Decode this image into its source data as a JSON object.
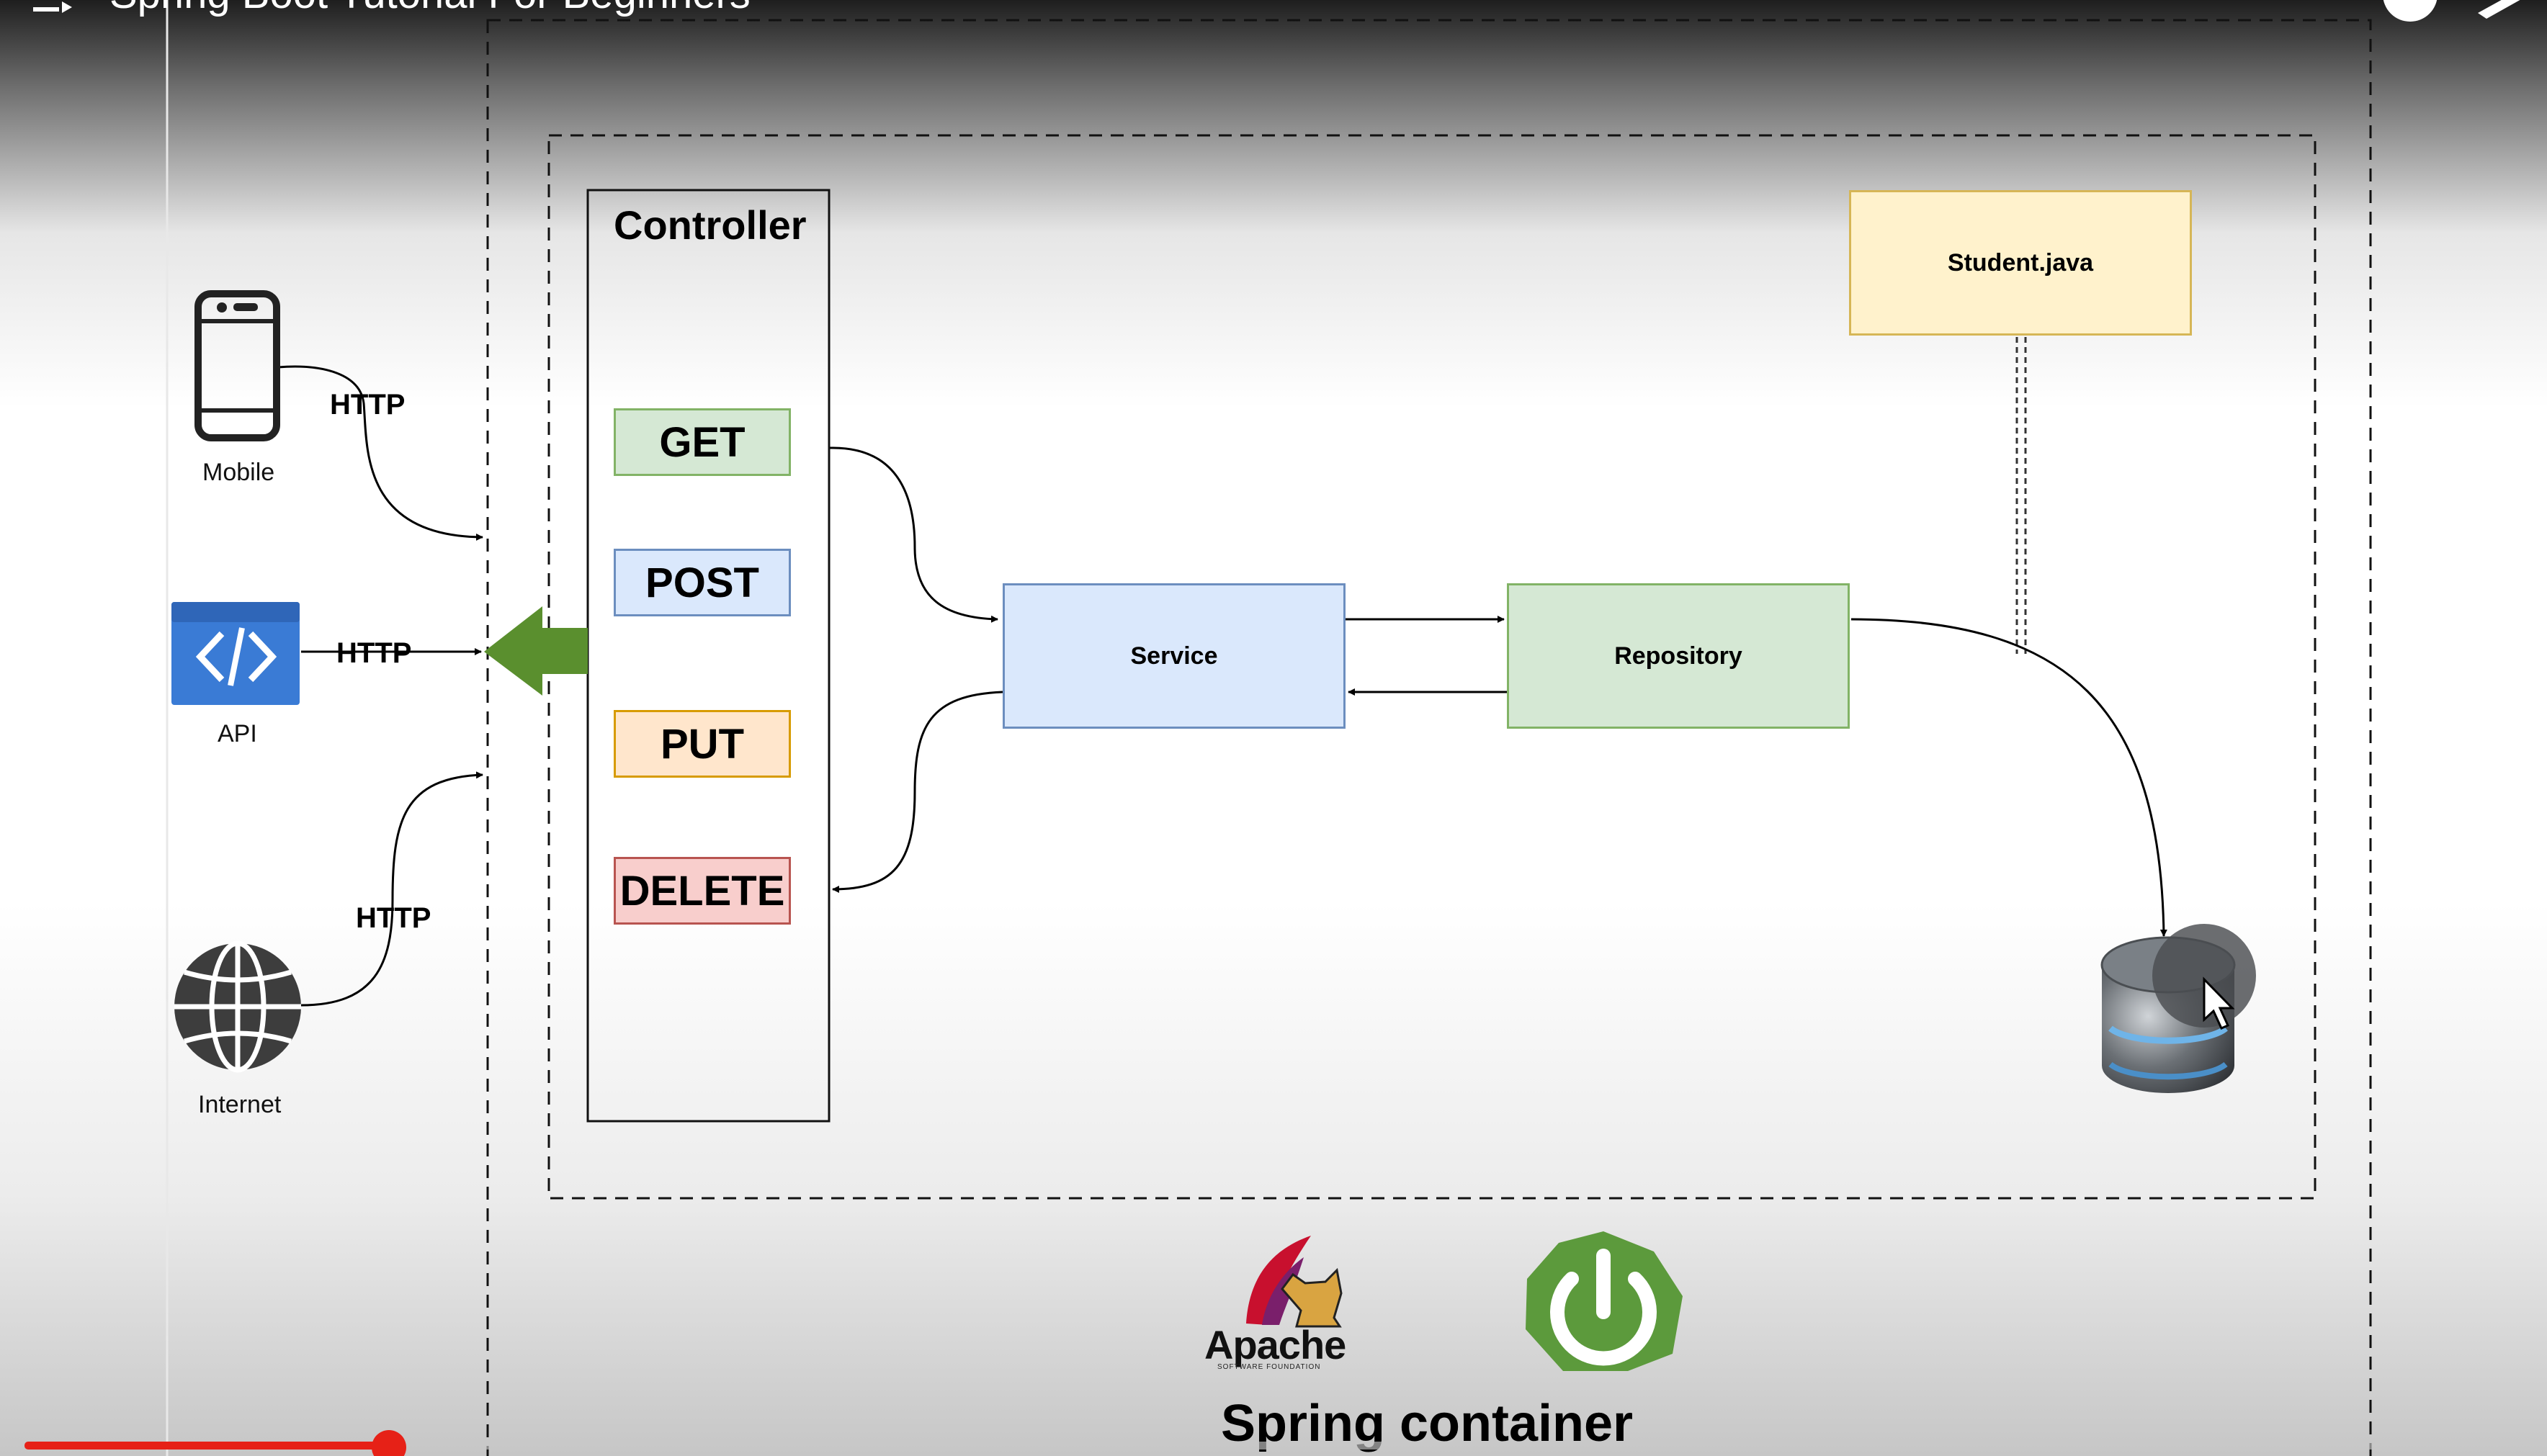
{
  "player": {
    "video_title": "Spring Boot Tutorial For Beginners",
    "progress_fraction": 0.146
  },
  "clients": [
    {
      "label": "Mobile",
      "icon": "smartphone-icon"
    },
    {
      "label": "API",
      "icon": "code-icon"
    },
    {
      "label": "Internet",
      "icon": "globe-icon"
    }
  ],
  "http_label": "HTTP",
  "controller": {
    "title": "Controller",
    "methods": [
      {
        "label": "GET",
        "fill": "#d5e8d4",
        "stroke": "#82b366"
      },
      {
        "label": "POST",
        "fill": "#dae8fc",
        "stroke": "#6c8ebf"
      },
      {
        "label": "PUT",
        "fill": "#ffe6cc",
        "stroke": "#d79b00"
      },
      {
        "label": "DELETE",
        "fill": "#f8cecc",
        "stroke": "#b85450"
      }
    ]
  },
  "service": {
    "label": "Service",
    "fill": "#dae8fc",
    "stroke": "#6c8ebf"
  },
  "repository": {
    "label": "Repository",
    "fill": "#d5e8d4",
    "stroke": "#82b366"
  },
  "entity": {
    "label": "Student.java",
    "fill": "#fff2cc",
    "stroke": "#d6b656"
  },
  "database": {
    "icon": "database-icon"
  },
  "footer": {
    "apache_text": "Apache",
    "apache_subtext": "SOFTWARE FOUNDATION",
    "title": "Spring container",
    "spring_logo_color": "#5c9a3c"
  },
  "colors": {
    "entry_arrow": "#5a8f2e",
    "progress": "#e62117"
  }
}
